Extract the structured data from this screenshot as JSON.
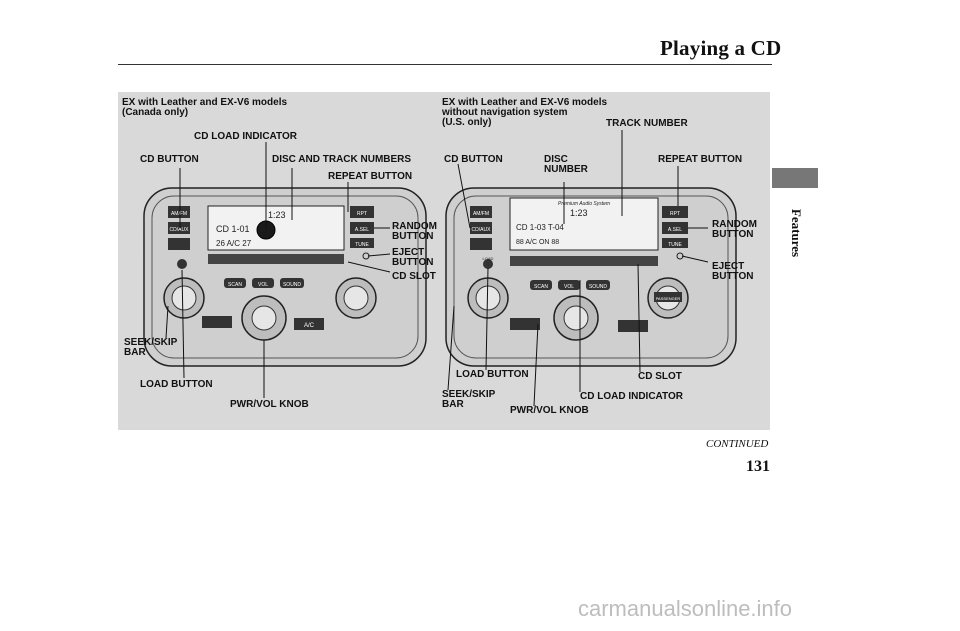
{
  "header": {
    "title": "Playing a CD"
  },
  "side_tab": {
    "label": "Features"
  },
  "figure": {
    "left_unit": {
      "heading": "EX with Leather and EX-V6 models\n(Canada only)",
      "callouts": {
        "cd_load_indicator": "CD LOAD INDICATOR",
        "cd_button": "CD BUTTON",
        "disc_track_numbers": "DISC AND TRACK NUMBERS",
        "repeat_button": "REPEAT BUTTON",
        "random_button": "RANDOM\nBUTTON",
        "eject_button": "EJECT\nBUTTON",
        "cd_slot": "CD SLOT",
        "seek_skip_bar": "SEEK/SKIP\nBAR",
        "load_button": "LOAD BUTTON",
        "pwr_vol_knob": "PWR/VOL KNOB"
      },
      "display": {
        "seg_top": "1:23",
        "seg_mid": "CD  1-01",
        "seg_bot": "26 A/C  27"
      }
    },
    "right_unit": {
      "heading": "EX with Leather and EX-V6 models\nwithout navigation system\n(U.S. only)",
      "callouts": {
        "track_number": "TRACK NUMBER",
        "cd_button": "CD BUTTON",
        "disc_number": "DISC\nNUMBER",
        "repeat_button": "REPEAT BUTTON",
        "random_button": "RANDOM\nBUTTON",
        "eject_button": "EJECT\nBUTTON",
        "load_button": "LOAD BUTTON",
        "cd_slot": "CD SLOT",
        "seek_skip_bar": "SEEK/SKIP\nBAR",
        "cd_load_indicator": "CD LOAD INDICATOR",
        "pwr_vol_knob": "PWR/VOL KNOB"
      },
      "display": {
        "seg_top": "1:23",
        "seg_mid": "CD  1-03    T-04",
        "seg_bot": "88  A/C ON  88",
        "brand": "Premium Audio System"
      }
    },
    "button_labels": {
      "am_fm": "AM/FM",
      "cd_aux": "CD/AUX",
      "scan": "SCAN",
      "vol": "VOL",
      "sound": "SOUND",
      "passenger": "PASSENGER",
      "load": "LOAD",
      "rpt": "RPT",
      "a_sel": "A.SEL",
      "tune": "TUNE",
      "ac": "A/C"
    }
  },
  "footer": {
    "continued": "CONTINUED",
    "page_number": "131"
  },
  "watermark": {
    "text": "carmanualsonline.info"
  }
}
